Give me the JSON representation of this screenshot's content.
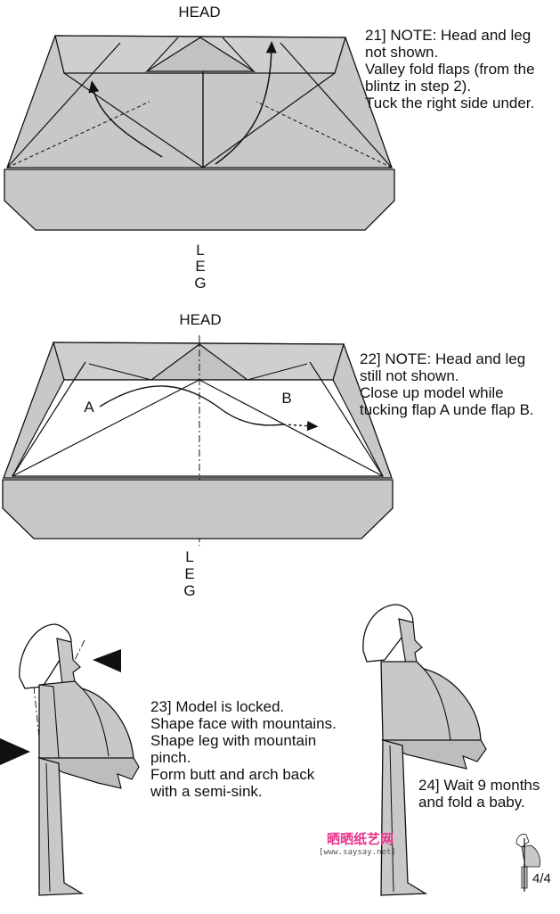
{
  "step21": {
    "head_label": "HEAD",
    "leg_letters": [
      "L",
      "E",
      "G"
    ],
    "note_lines": [
      "21] NOTE: Head and leg",
      "not shown.",
      "Valley fold flaps (from the",
      "blintz in step 2).",
      "Tuck the right side under."
    ]
  },
  "step22": {
    "head_label": "HEAD",
    "leg_letters": [
      "L",
      "E",
      "G"
    ],
    "flap_a": "A",
    "flap_b": "B",
    "note_lines": [
      "22] NOTE: Head and leg",
      "still not shown.",
      "Close up model while",
      "tucking flap A unde flap B."
    ]
  },
  "step23": {
    "note_lines": [
      "23] Model is locked.",
      "Shape face with mountains.",
      "Shape leg with mountain",
      "pinch.",
      "Form butt and arch back",
      "with a semi-sink."
    ]
  },
  "step24": {
    "note_lines": [
      "24] Wait 9 months",
      "and fold a baby."
    ]
  },
  "watermark": {
    "cn_text": "晒晒纸艺网",
    "url": "[www.saysay.net]"
  },
  "page_number": "4/4",
  "colors": {
    "paper": "#c8c8c8",
    "paper_light": "#d6d6d6",
    "line": "#111111",
    "watermark": "#e8338b"
  }
}
